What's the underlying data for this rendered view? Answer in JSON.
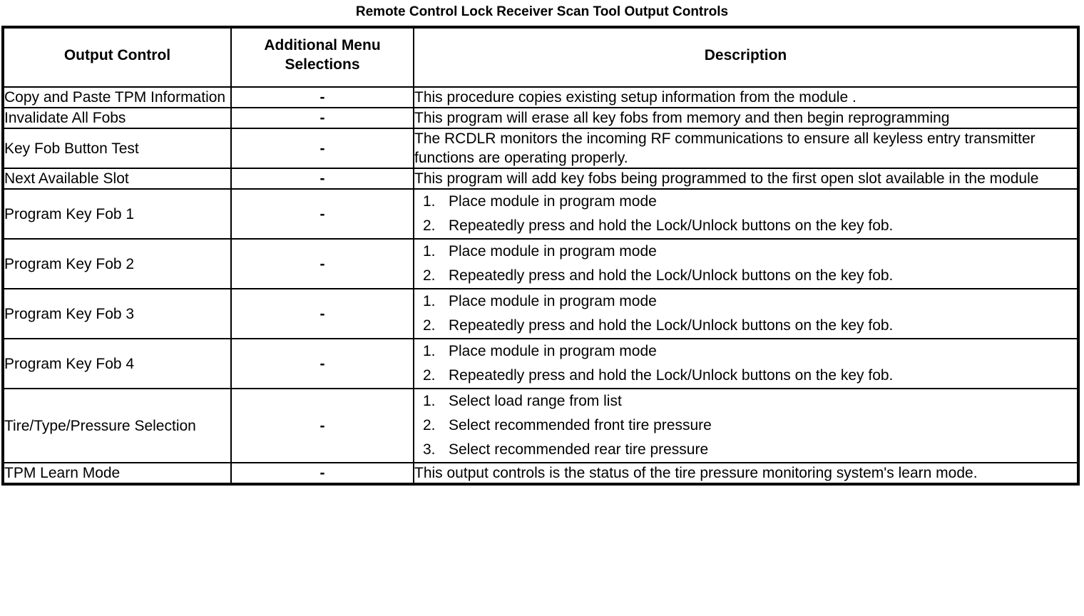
{
  "document": {
    "title": "Remote Control Lock Receiver Scan Tool Output Controls"
  },
  "table": {
    "headers": {
      "output_control": "Output Control",
      "additional_menu_selections": "Additional Menu Selections",
      "description": "Description"
    },
    "rows": [
      {
        "output_control": "Copy and Paste TPM Information",
        "additional_menu": "-",
        "description": "This procedure copies existing setup information from the module .",
        "steps": []
      },
      {
        "output_control": "Invalidate All Fobs",
        "additional_menu": "-",
        "description": "This program will erase all key fobs from memory and then begin reprogramming",
        "steps": []
      },
      {
        "output_control": "Key Fob Button Test",
        "additional_menu": "-",
        "description": "The RCDLR monitors the incoming RF communications to ensure all keyless entry transmitter functions are operating properly.",
        "steps": []
      },
      {
        "output_control": "Next Available Slot",
        "additional_menu": "-",
        "description": "This program will add key fobs being programmed to the first open slot available in the module",
        "steps": []
      },
      {
        "output_control": "Program Key Fob 1",
        "additional_menu": "-",
        "description": "",
        "steps": [
          {
            "num": "1.",
            "text": "Place module in program mode"
          },
          {
            "num": "2.",
            "text": "Repeatedly press and hold the Lock/Unlock buttons on the key fob."
          }
        ]
      },
      {
        "output_control": "Program Key Fob 2",
        "additional_menu": "-",
        "description": "",
        "steps": [
          {
            "num": "1.",
            "text": "Place module in program mode"
          },
          {
            "num": "2.",
            "text": "Repeatedly press and hold the Lock/Unlock buttons on the key fob."
          }
        ]
      },
      {
        "output_control": "Program Key Fob 3",
        "additional_menu": "-",
        "description": "",
        "steps": [
          {
            "num": "1.",
            "text": "Place module in program mode"
          },
          {
            "num": "2.",
            "text": "Repeatedly press and hold the Lock/Unlock buttons on the key fob."
          }
        ]
      },
      {
        "output_control": "Program Key Fob 4",
        "additional_menu": "-",
        "description": "",
        "steps": [
          {
            "num": "1.",
            "text": "Place module in program mode"
          },
          {
            "num": "2.",
            "text": "Repeatedly press and hold the Lock/Unlock buttons on the key fob."
          }
        ]
      },
      {
        "output_control": "Tire/Type/Pressure Selection",
        "additional_menu": "-",
        "description": "",
        "steps": [
          {
            "num": "1.",
            "text": "Select load range from list"
          },
          {
            "num": "2.",
            "text": "Select recommended front tire pressure"
          },
          {
            "num": "3.",
            "text": "Select recommended rear tire pressure"
          }
        ]
      },
      {
        "output_control": "TPM Learn Mode",
        "additional_menu": "-",
        "description": "This output controls is the status of the tire pressure monitoring system's learn mode.",
        "steps": []
      }
    ]
  }
}
